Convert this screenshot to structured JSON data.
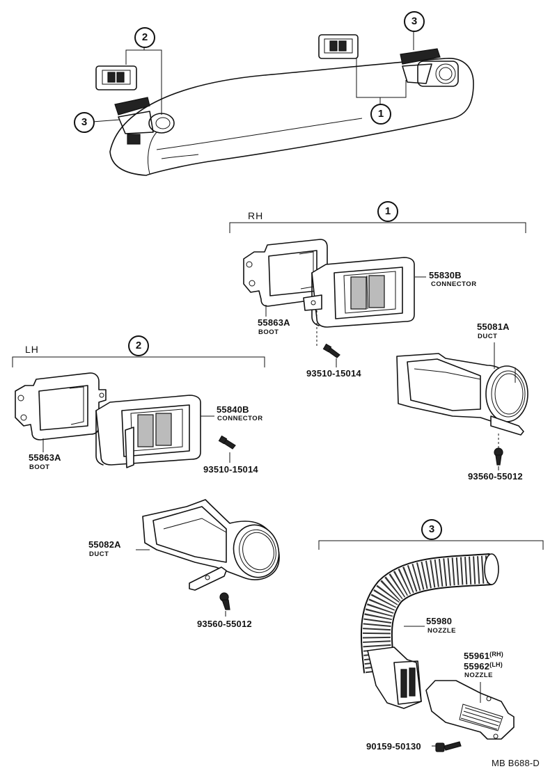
{
  "callouts": {
    "c1_top": "1",
    "c2_top": "2",
    "c3_top_right": "3",
    "c3_top_left": "3",
    "c1_section": "1",
    "c2_section": "2",
    "c3_section": "3"
  },
  "sections": {
    "rh": "RH",
    "lh": "LH"
  },
  "parts": {
    "connector_rh_num": "55830B",
    "connector_rh_desc": "CONNECTOR",
    "boot_rh_num": "55863A",
    "boot_rh_desc": "BOOT",
    "screw_rh_num": "93510-15014",
    "duct_rh_num": "55081A",
    "duct_rh_desc": "DUCT",
    "screw_duct_rh_num": "93560-55012",
    "connector_lh_num": "55840B",
    "connector_lh_desc": "CONNECTOR",
    "boot_lh_num": "55863A",
    "boot_lh_desc": "BOOT",
    "screw_lh_num": "93510-15014",
    "duct_lh_num": "55082A",
    "duct_lh_desc": "DUCT",
    "screw_duct_lh_num": "93560-55012",
    "hose_num": "55980",
    "hose_desc": "NOZZLE",
    "nozzle_rh_num": "55961",
    "nozzle_rh_sup": "(RH)",
    "nozzle_lh_num": "55962",
    "nozzle_lh_sup": "(LH)",
    "nozzle_desc": "NOZZLE",
    "bolt_num": "90159-50130"
  },
  "footer": {
    "code": "MB  B688-D"
  }
}
